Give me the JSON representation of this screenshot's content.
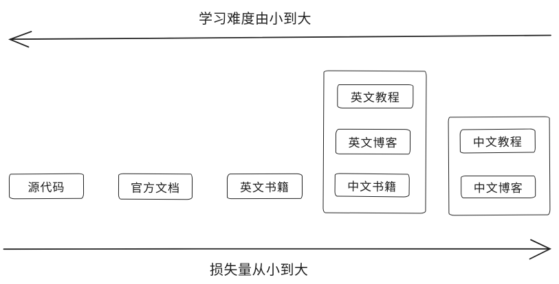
{
  "top_axis": {
    "label": "学习难度由小到大",
    "direction": "left"
  },
  "bottom_axis": {
    "label": "损失量从小到大",
    "direction": "right"
  },
  "boxes": [
    {
      "label": "源代码"
    },
    {
      "label": "官方文档"
    },
    {
      "label": "英文书籍"
    }
  ],
  "groups": [
    {
      "items": [
        {
          "label": "英文教程"
        },
        {
          "label": "英文博客"
        },
        {
          "label": "中文书籍"
        }
      ]
    },
    {
      "items": [
        {
          "label": "中文教程"
        },
        {
          "label": "中文博客"
        }
      ]
    }
  ],
  "colors": {
    "stroke": "#1d1d1d",
    "background": "#ffffff"
  }
}
